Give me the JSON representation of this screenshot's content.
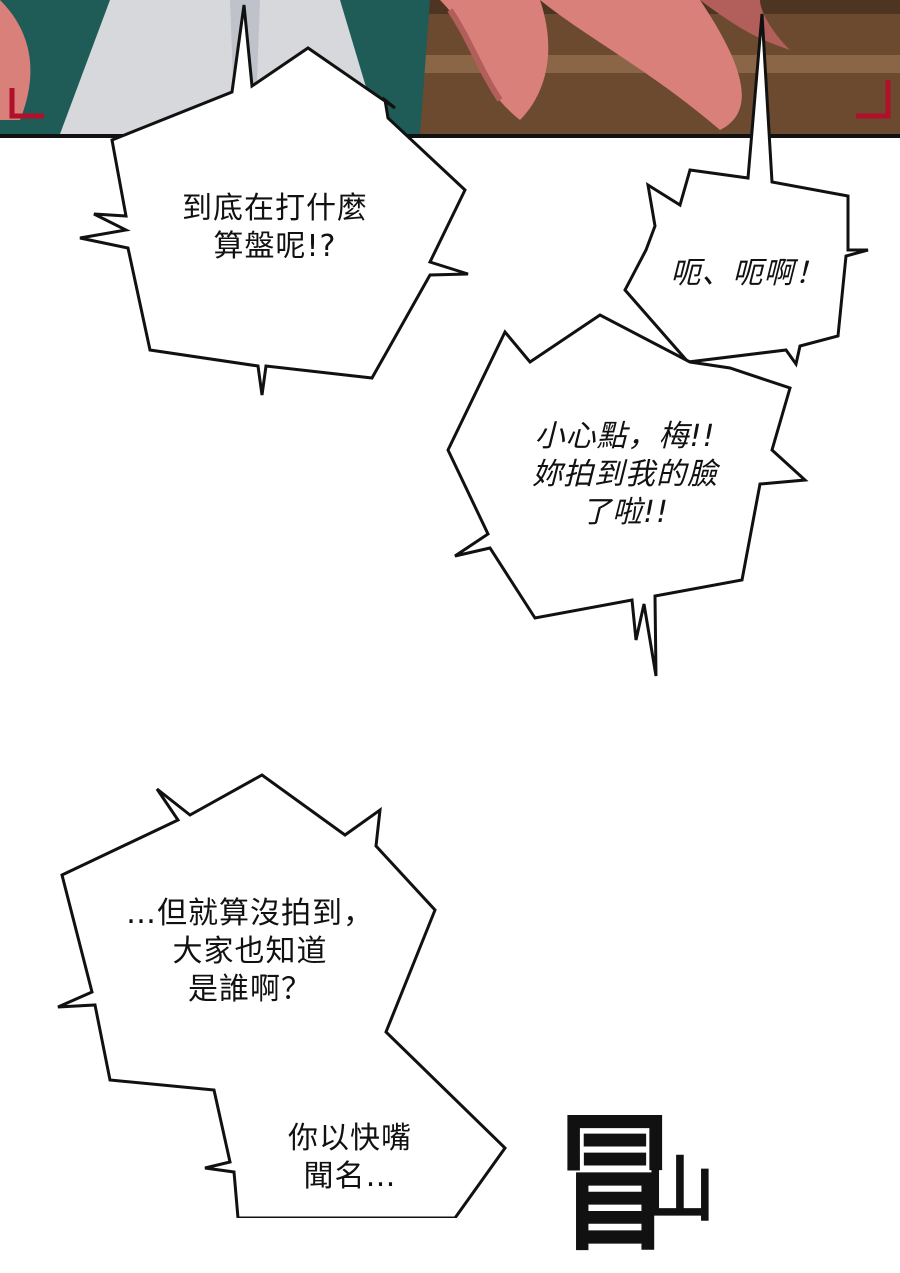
{
  "colors": {
    "panel_bg": "#2a2320",
    "hair": "#d9807a",
    "hair_shadow": "#b25e5a",
    "coat": "#1f5b57",
    "shirt": "#d6d8dc",
    "bench": "#6b4a2f",
    "corner_mark": "#b0102a"
  },
  "bubbles": [
    {
      "text": "到底在打什麼\n算盤呢!?"
    },
    {
      "text": "呃、呃啊！"
    },
    {
      "text": "小心點，梅!!\n妳拍到我的臉\n了啦!!"
    },
    {
      "text": "…但就算沒拍到，\n大家也知道\n是誰啊？"
    },
    {
      "text": "你以快嘴\n聞名…"
    }
  ],
  "sfx": [
    "冒",
    "山"
  ]
}
